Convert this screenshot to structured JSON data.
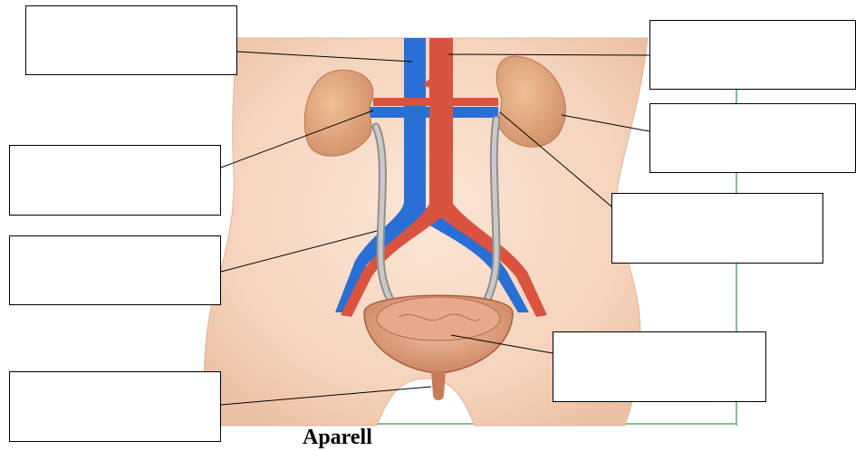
{
  "figure": {
    "caption": "Aparell",
    "label_boxes": [
      {
        "id": "box-top-left",
        "text": ""
      },
      {
        "id": "box-top-right",
        "text": ""
      },
      {
        "id": "box-right-upper",
        "text": ""
      },
      {
        "id": "box-left-middle",
        "text": ""
      },
      {
        "id": "box-right-middle",
        "text": ""
      },
      {
        "id": "box-left-lower",
        "text": ""
      },
      {
        "id": "box-right-lower",
        "text": ""
      },
      {
        "id": "box-bottom-left",
        "text": ""
      }
    ]
  },
  "colors": {
    "skin": "#f7d9c4",
    "skin_shadow": "#e9b99c",
    "vein": "#2a6fd6",
    "artery": "#d9533f",
    "kidney": "#e3a77e",
    "ureter": "#a9a9a9",
    "bladder": "#d98f6c",
    "frame_green": "#7fbf8f"
  }
}
